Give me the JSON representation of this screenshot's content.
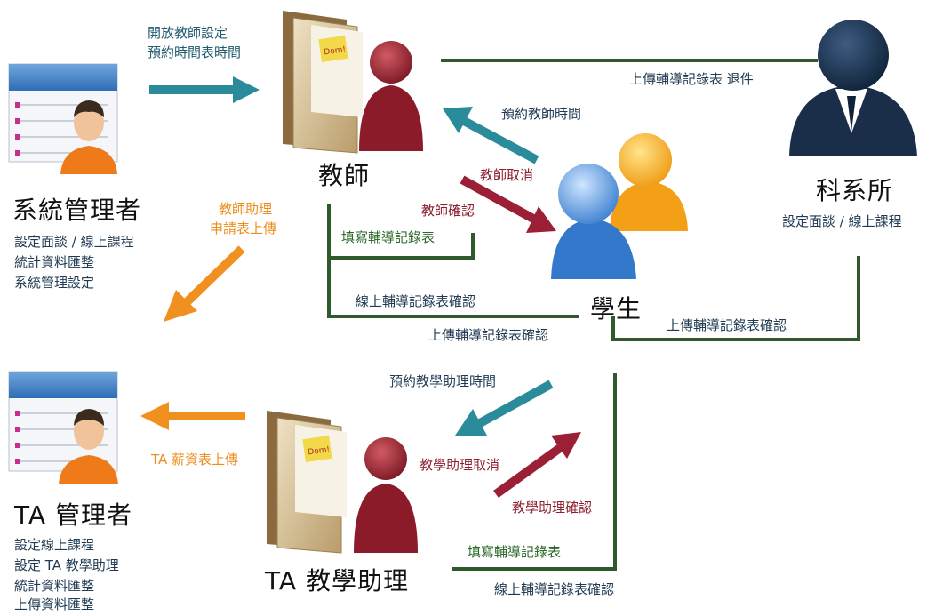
{
  "nodes": {
    "sys_admin": {
      "title": "系統管理者",
      "lines": [
        "設定面談 / 線上課程",
        "統計資料匯整",
        "系統管理設定"
      ]
    },
    "teacher": {
      "title": "教師"
    },
    "dept": {
      "title": "科系所",
      "lines": [
        "設定面談 / 線上課程"
      ]
    },
    "student": {
      "title": "學生"
    },
    "ta_admin": {
      "title": "TA 管理者",
      "lines": [
        "設定線上課程",
        "設定 TA 教學助理",
        "統計資料匯整",
        "上傳資料匯整"
      ]
    },
    "ta": {
      "title": "TA 教學助理"
    }
  },
  "labels": {
    "admin_to_teacher": [
      "開放教師設定",
      "預約時間表時間"
    ],
    "teacher_to_dept": "上傳輔導記錄表 退件",
    "student_book_teacher": "預約教師時間",
    "teacher_cancel": "教師取消",
    "teacher_confirm": "教師確認",
    "teacher_fill": "填寫輔導記錄表",
    "teacher_online_confirm": "線上輔導記錄表確認",
    "student_upload_confirm": "上傳輔導記錄表確認",
    "dept_upload_confirm": "上傳輔導記錄表確認",
    "ta_apply": [
      "教師助理",
      "申請表上傳"
    ],
    "student_book_ta": "預約教學助理時間",
    "ta_cancel": "教學助理取消",
    "ta_confirm": "教學助理確認",
    "ta_salary": "TA 薪資表上傳",
    "ta_fill": "填寫輔導記錄表",
    "ta_online_confirm": "線上輔導記錄表確認"
  },
  "icons": [
    "admin-form-icon",
    "teacher-folder-icon",
    "dept-person-icon",
    "students-icon",
    "ta-admin-form-icon",
    "ta-folder-icon"
  ],
  "colors": {
    "teal": "#2a8b9a",
    "green": "#2e5a2e",
    "red": "#9b1f35",
    "orange": "#f0901e",
    "navy": "#1a2e4a"
  }
}
